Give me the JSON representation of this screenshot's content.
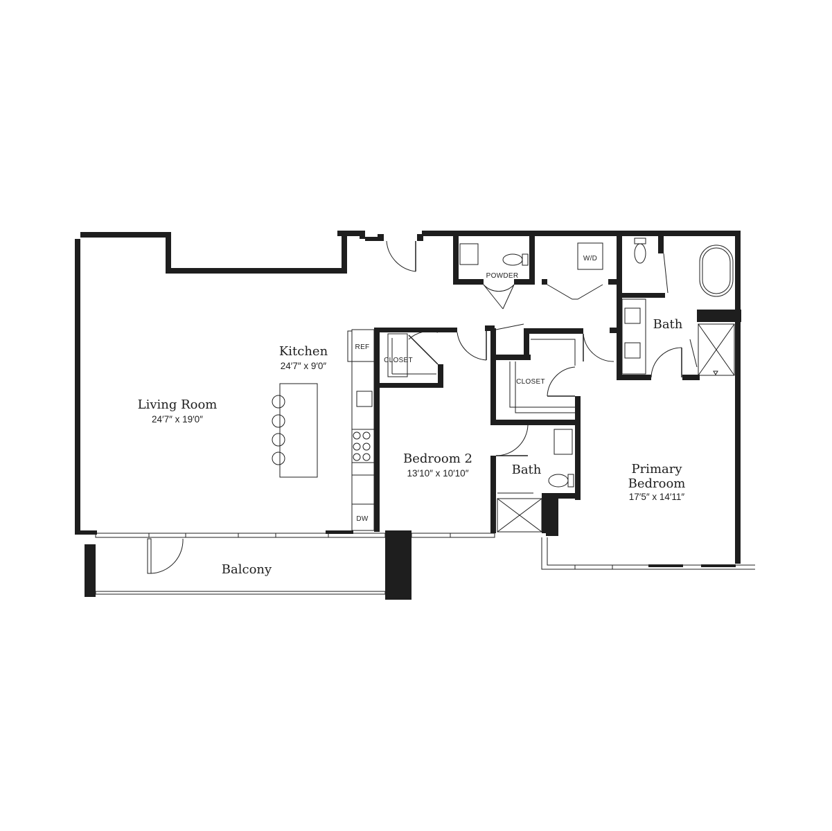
{
  "rooms": {
    "living": {
      "name": "Living Room",
      "dims": "24′7″ x 19′0″"
    },
    "kitchen": {
      "name": "Kitchen",
      "dims": "24′7″ x 9′0″"
    },
    "bedroom2": {
      "name": "Bedroom 2",
      "dims": "13′10″ x 10′10″"
    },
    "primary": {
      "name_line1": "Primary",
      "name_line2": "Bedroom",
      "dims": "17′5″ x 14′11″"
    },
    "bath_primary": {
      "name": "Bath"
    },
    "bath_secondary": {
      "name": "Bath"
    },
    "balcony": {
      "name": "Balcony"
    }
  },
  "labels": {
    "powder": "POWDER",
    "washer_dryer": "W/D",
    "closet_1": "CLOSET",
    "closet_2": "CLOSET",
    "refrigerator": "REF",
    "dishwasher": "DW"
  }
}
